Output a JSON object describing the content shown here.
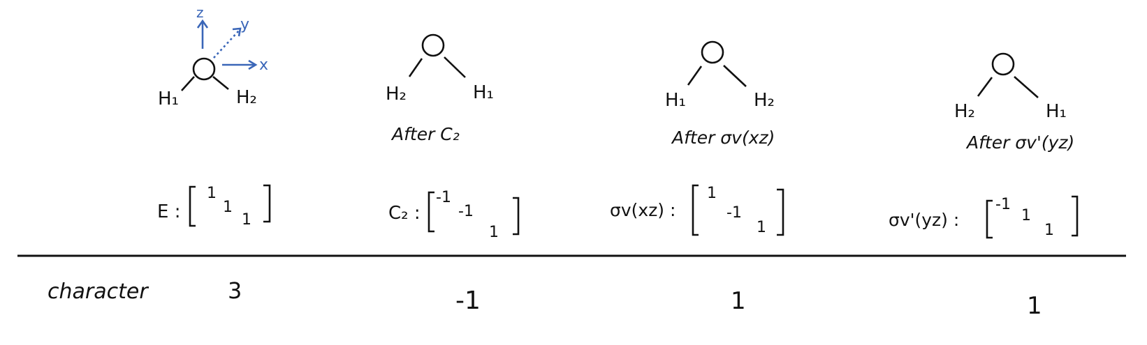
{
  "axes": {
    "z": "z",
    "y": "y",
    "x": "x",
    "color": "#3a66b8"
  },
  "panels": [
    {
      "oxygen": "O",
      "left_h": "H₁",
      "right_h": "H₂",
      "caption": ""
    },
    {
      "oxygen": "O",
      "left_h": "H₂",
      "right_h": "H₁",
      "caption": "After C₂"
    },
    {
      "oxygen": "O",
      "left_h": "H₁",
      "right_h": "H₂",
      "caption": "After σv(xz)"
    },
    {
      "oxygen": "O",
      "left_h": "H₂",
      "right_h": "H₁",
      "caption": "After σv'(yz)"
    }
  ],
  "matrices": [
    {
      "label": "E :",
      "diag": [
        "1",
        "1",
        "1"
      ]
    },
    {
      "label": "C₂ :",
      "diag": [
        "-1",
        "-1",
        "1"
      ]
    },
    {
      "label": "σv(xz) :",
      "diag": [
        "1",
        "-1",
        "1"
      ]
    },
    {
      "label": "σv'(yz) :",
      "diag": [
        "-1",
        "1",
        "1"
      ]
    }
  ],
  "characters": {
    "row_label": "character",
    "values": [
      "3",
      "-1",
      "1",
      "1"
    ]
  }
}
